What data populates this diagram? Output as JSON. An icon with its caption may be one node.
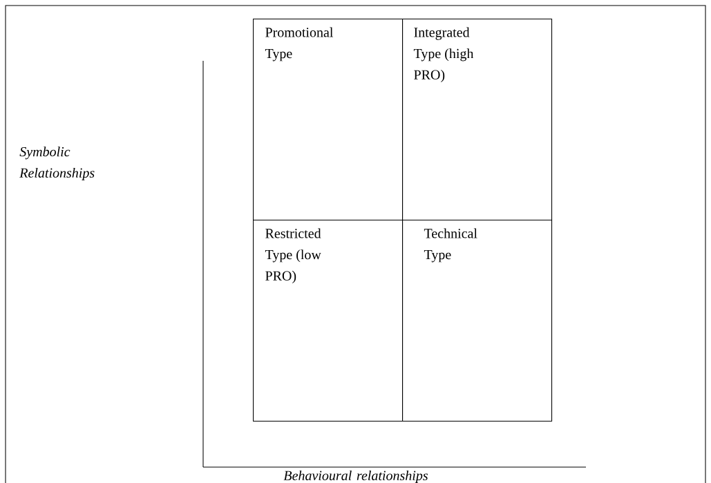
{
  "diagram": {
    "nodes": [
      {
        "text": [
          "Promotional Type"
        ]
      },
      {
        "text": [
          "Integrated Type (high PRO)"
        ]
      },
      {
        "text": [
          "Restricted Type (low PRO)"
        ]
      },
      {
        "text": [
          "Technical Type"
        ]
      }
    ],
    "labels": [
      "Symbolic Relationships",
      "Behavioural relationships"
    ]
  }
}
